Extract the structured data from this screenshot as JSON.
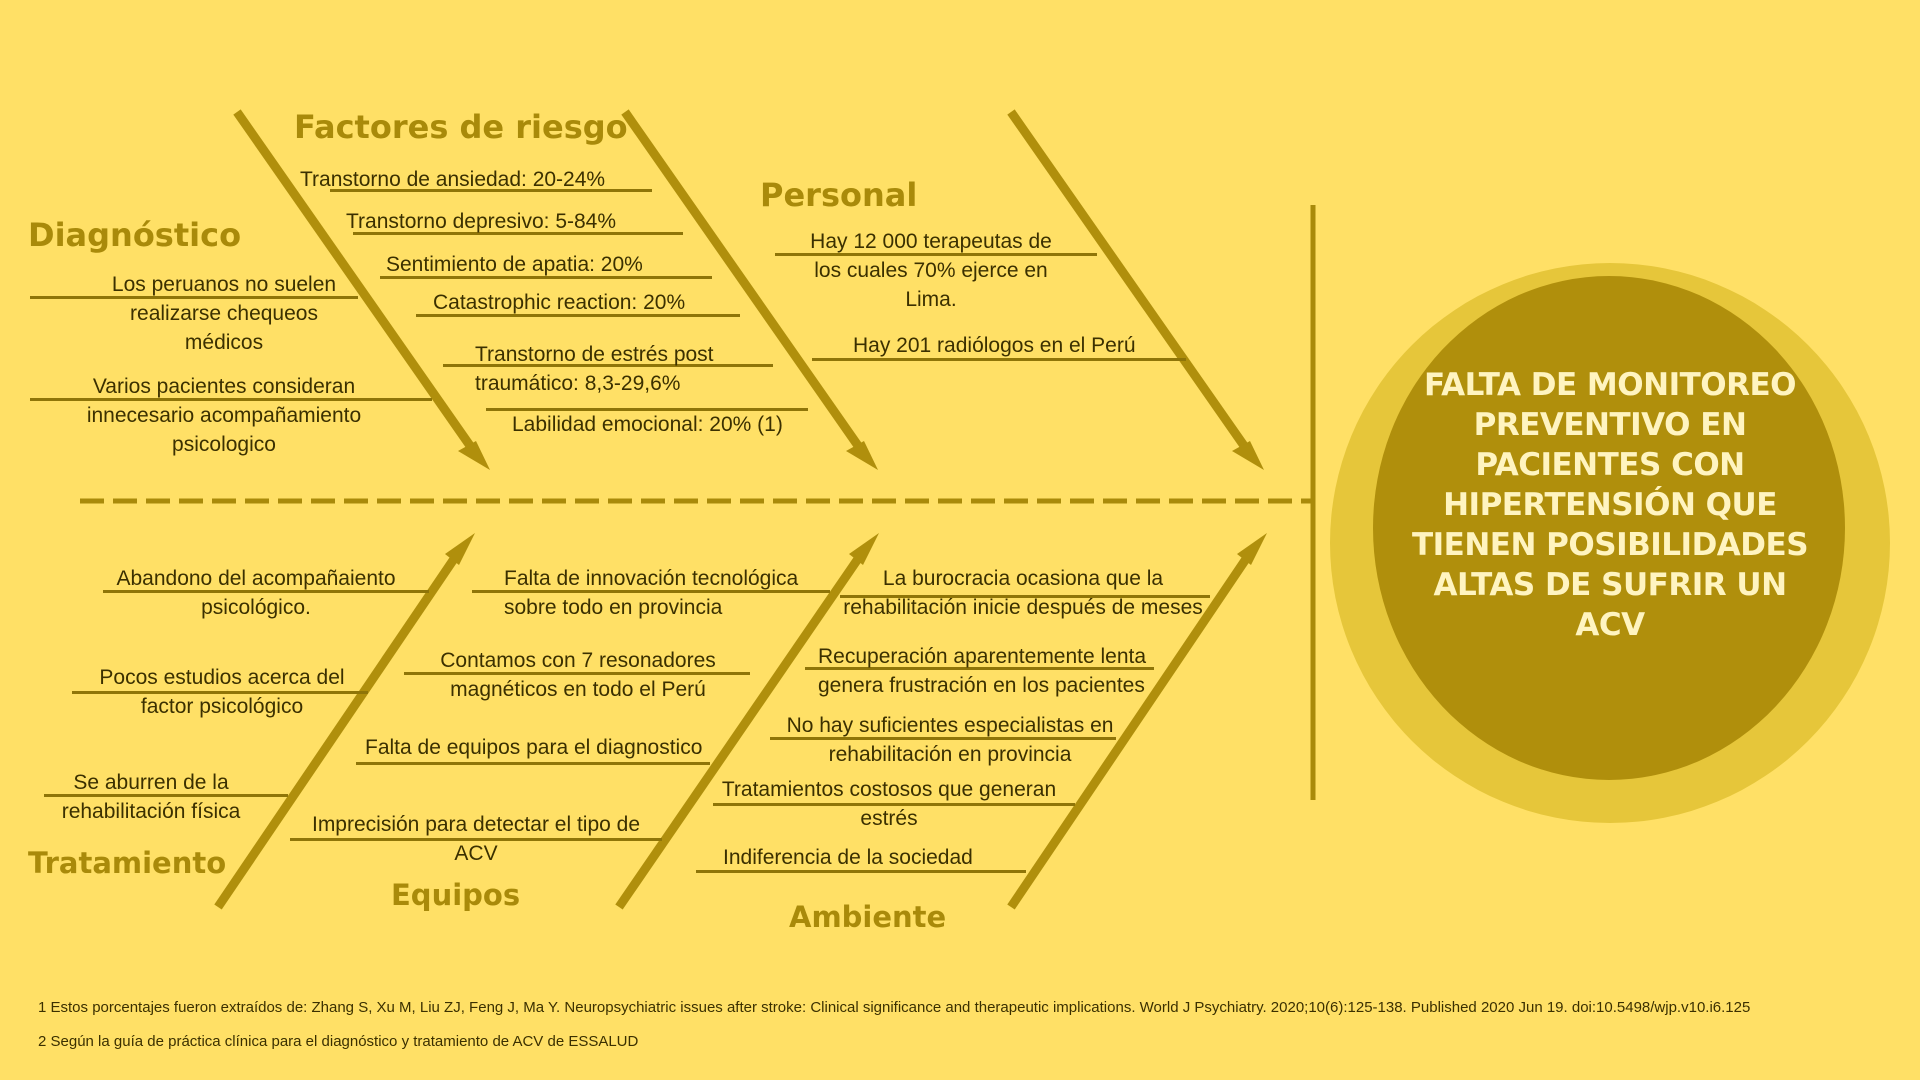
{
  "effect": "FALTA DE MONITOREO PREVENTIVO EN PACIENTES CON HIPERTENSIÓN QUE TIENEN POSIBILIDADES ALTAS DE SUFRIR UN ACV",
  "categories": {
    "diagnostico": {
      "title": "Diagnóstico",
      "causes": [
        "Los peruanos no suelen\nrealizarse chequeos\nmédicos",
        "Varios pacientes consideran\ninnecesario acompañamiento\npsicologico"
      ]
    },
    "factores": {
      "title": "Factores de riesgo",
      "causes": [
        "Transtorno de ansiedad: 20-24%",
        "Transtorno depresivo: 5-84%",
        "Sentimiento de apatia: 20%",
        "Catastrophic reaction: 20%",
        "Transtorno de estrés post\ntraumático: 8,3-29,6%",
        "Labilidad emocional: 20% (1)"
      ]
    },
    "personal": {
      "title": "Personal",
      "causes": [
        "Hay 12 000 terapeutas de\nlos cuales 70% ejerce en\nLima.",
        "Hay 201 radiólogos en el Perú"
      ]
    },
    "tratamiento": {
      "title": "Tratamiento",
      "causes": [
        "Abandono del acompañaiento\npsicológico.",
        "Pocos estudios acerca del\nfactor psicológico",
        "Se aburren de la\nrehabilitación física"
      ]
    },
    "equipos": {
      "title": "Equipos",
      "causes": [
        "Falta de innovación tecnológica\nsobre todo en provincia",
        "Contamos con 7 resonadores\nmagnéticos en todo el Perú",
        "Falta de equipos para el diagnostico",
        "Imprecisión para detectar el tipo de\nACV"
      ]
    },
    "ambiente": {
      "title": "Ambiente",
      "causes": [
        "La burocracia ocasiona que la\nrehabilitación inicie después de meses",
        "Recuperación aparentemente lenta\ngenera frustración en los pacientes",
        "No hay suficientes especialistas en\nrehabilitación en provincia",
        "Tratamientos costosos que generan\nestrés",
        "Indiferencia de la sociedad"
      ]
    }
  },
  "footnotes": [
    "1 Estos porcentajes fueron extraídos de: Zhang S, Xu M, Liu ZJ, Feng J, Ma Y. Neuropsychiatric issues after stroke: Clinical significance and therapeutic implications. World J Psychiatry. 2020;10(6):125-138. Published 2020 Jun 19. doi:10.5498/wjp.v10.i6.125",
    "2 Según la guía de práctica clínica para el diagnóstico y tratamiento de ACV de ESSALUD"
  ],
  "colors": {
    "background": "#ffe066",
    "bone": "#b08f0c",
    "heading": "#a98a0a",
    "effect_circle": "#b08f0c",
    "effect_ring": "#e6c63a",
    "effect_text": "#fff4c0"
  }
}
